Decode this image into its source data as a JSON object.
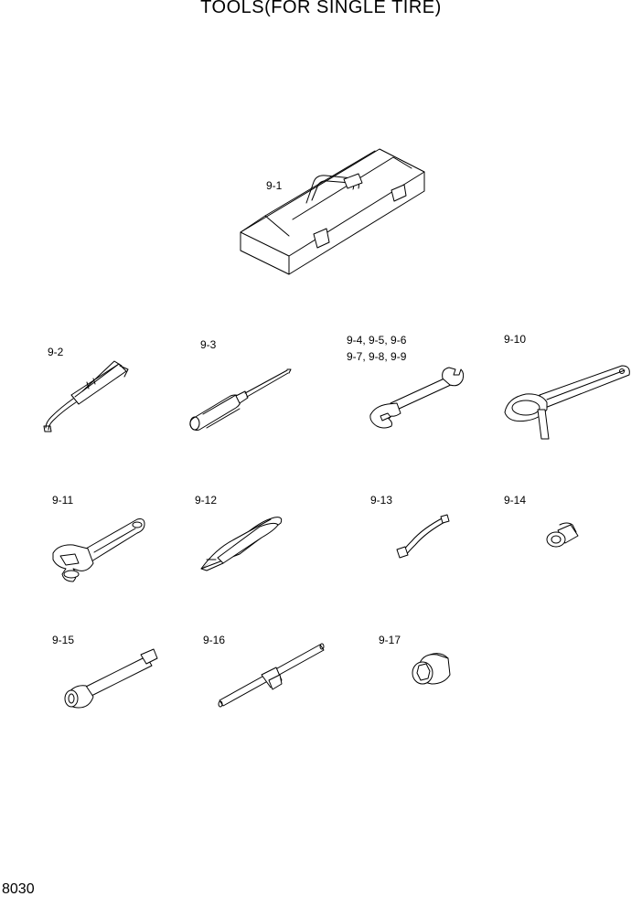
{
  "title": "TOOLS(FOR SINGLE TIRE)",
  "page_number": "8030",
  "parts": {
    "p1": "9-1",
    "p2": "9-2",
    "p3": "9-3",
    "p4_line1": "9-4, 9-5, 9-6",
    "p4_line2": "9-7, 9-8, 9-9",
    "p10": "9-10",
    "p11": "9-11",
    "p12": "9-12",
    "p13": "9-13",
    "p14": "9-14",
    "p15": "9-15",
    "p16": "9-16",
    "p17": "9-17"
  }
}
